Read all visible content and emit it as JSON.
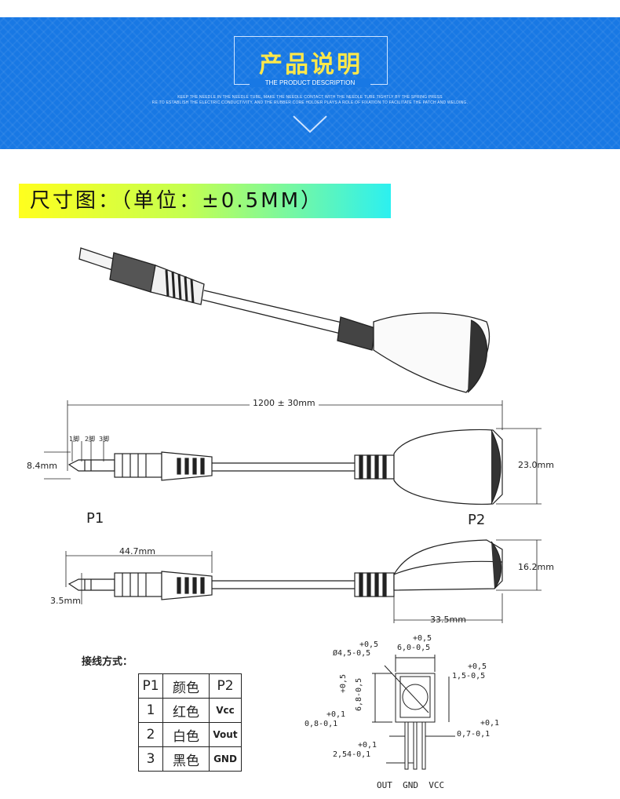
{
  "header": {
    "title_cn": "产品说明",
    "title_en": "THE PRODUCT DESCRIPTION",
    "sub_line1": "KEEP THE NEEDLE IN THE NEEDLE TUBE, MAKE THE NEEDLE CONTACT WITH THE NEEDLE TUBE TIGHTLY BY THE SPRING PRESS",
    "sub_line2": "RE TO ESTABLISH THE ELECTRIC CONDUCTIVITY, AND THE RUBBER CORE HOLDER PLAYS A ROLE OF FIXATION TO FACILITATE THE PATCH AND WELDING."
  },
  "size_label": "尺寸图：（单位：±0.5MM）",
  "drawing": {
    "length": "1200 ± 30mm",
    "pin_labels": [
      "1脚",
      "2脚",
      "3脚"
    ],
    "plug_diameter": "8.4mm",
    "head_width": "23.0mm",
    "p1_label": "P1",
    "p2_label": "P2",
    "plug_length": "44.7mm",
    "head_height": "16.2mm",
    "plug_tip": "3.5mm",
    "head_length": "33.5mm"
  },
  "wiring": {
    "title": "接线方式：",
    "headers": [
      "P1",
      "颜色",
      "P2"
    ],
    "rows": [
      [
        "1",
        "红色",
        "Vcc"
      ],
      [
        "2",
        "白色",
        "Vout"
      ],
      [
        "3",
        "黑色",
        "GND"
      ]
    ]
  },
  "sensor": {
    "tol_top": "+0,5",
    "dim_hole": "Ø4,5-0,5",
    "tol_top2": "+0,5",
    "dim_width": "6,0-0,5",
    "tol_right": "+0,5",
    "dim_right": "1,5-0,5",
    "dim_height": "6,8-0,5",
    "tol_height": "+0,5",
    "tol_left": "+0,1",
    "dim_left": "0,8-0,1",
    "tol_pin": "+0,1",
    "dim_pin": "0,7-0,1",
    "tol_pitch": "+0,1",
    "dim_pitch": "2,54-0,1",
    "pin_names": "OUT  GND  VCC"
  }
}
